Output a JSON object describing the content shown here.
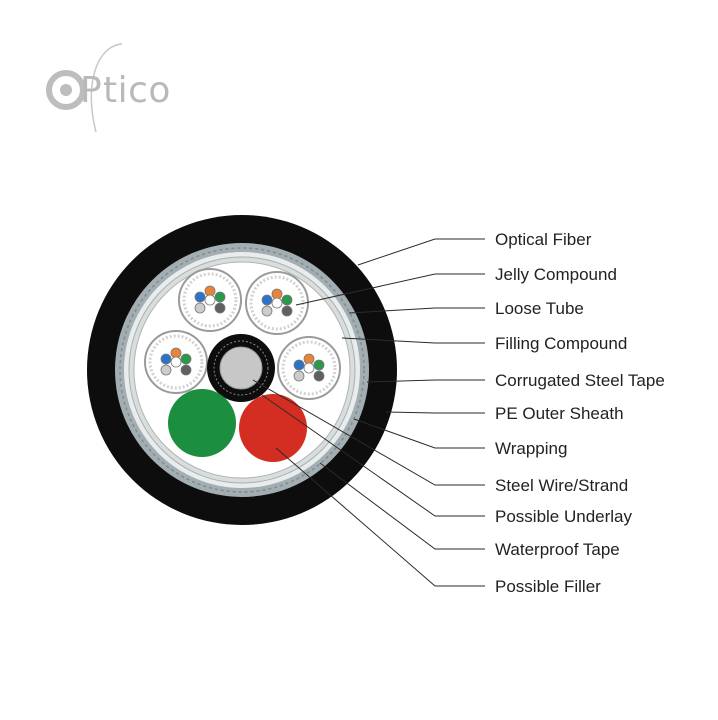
{
  "logo": {
    "prefix": "o",
    "emblem": "P",
    "suffix": "tico",
    "color": "#b9b9b9"
  },
  "colors": {
    "sheath": "#0d0d0d",
    "steel_tape": "#a3aeb3",
    "wrapping": "#e9ecec",
    "tube_outline": "#9a9a9a",
    "strength_member": "#c7c7c7",
    "filler_green": "#1c8e3f",
    "filler_red": "#d42e22"
  },
  "fiber_colors": [
    "#e8843a",
    "#2b73c8",
    "#2a9a4a",
    "#606060",
    "#cccccc",
    "#ffffff"
  ],
  "labels": [
    "Optical Fiber",
    "Jelly Compound",
    "Loose Tube",
    "Filling Compound",
    "Corrugated Steel Tape",
    "PE Outer Sheath",
    "Wrapping",
    "Steel Wire/Strand",
    "Possible Underlay",
    "Waterproof Tape",
    "Possible Filler"
  ]
}
